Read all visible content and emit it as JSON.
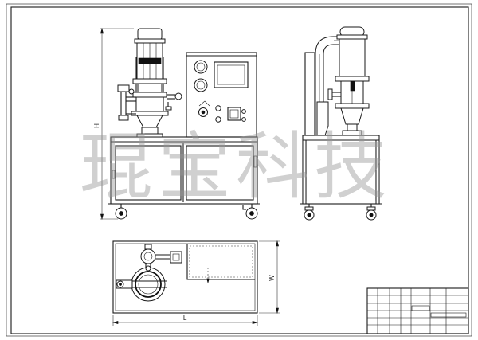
{
  "watermark": "琨宝科技",
  "dimensions": {
    "height": "H",
    "width": "W",
    "length": "L"
  },
  "title_block": {
    "label_a": "",
    "label_b": "",
    "label_c": ""
  },
  "colors": {
    "line": "#1a1a1a",
    "watermark": "#969696",
    "paper": "#ffffff"
  }
}
